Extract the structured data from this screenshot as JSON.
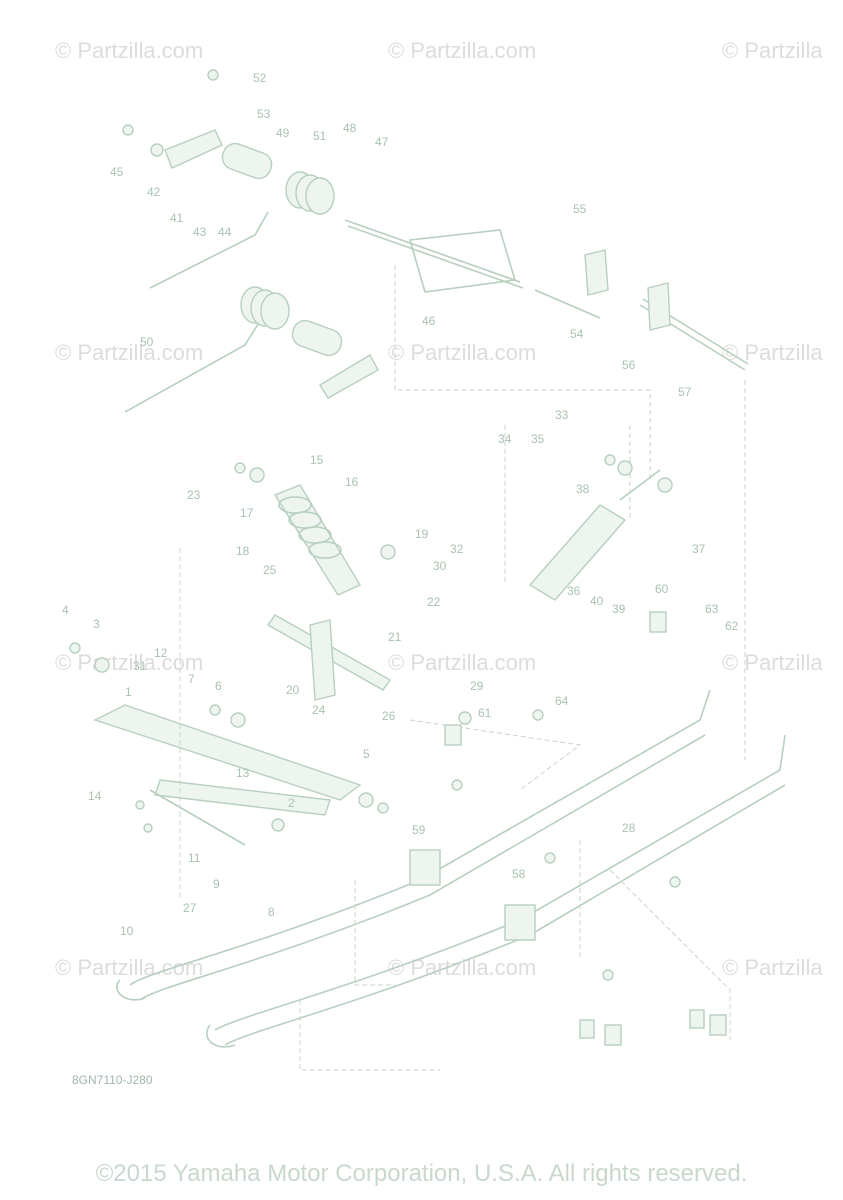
{
  "watermarks": [
    "© Partzilla.com",
    "© Partzilla.com",
    "© Partzilla",
    "© Partzilla.com",
    "© Partzilla.com",
    "© Partzilla",
    "© Partzilla.com",
    "© Partzilla.com",
    "© Partzilla",
    "© Partzilla.com",
    "© Partzilla.com",
    "© Partzilla"
  ],
  "diagram_code": "8GN7110-J280",
  "copyright": "©2015 Yamaha Motor Corporation, U.S.A. All rights reserved.",
  "callouts": [
    "1",
    "2",
    "3",
    "4",
    "5",
    "6",
    "7",
    "8",
    "9",
    "10",
    "11",
    "12",
    "13",
    "14",
    "15",
    "16",
    "17",
    "18",
    "19",
    "20",
    "21",
    "22",
    "23",
    "24",
    "25",
    "26",
    "27",
    "28",
    "29",
    "30",
    "31",
    "32",
    "33",
    "34",
    "35",
    "36",
    "37",
    "38",
    "39",
    "40",
    "41",
    "42",
    "43",
    "44",
    "45",
    "46",
    "47",
    "48",
    "49",
    "50",
    "51",
    "52",
    "53",
    "54",
    "55",
    "56",
    "57",
    "58",
    "59",
    "60",
    "61",
    "62",
    "63",
    "64"
  ]
}
